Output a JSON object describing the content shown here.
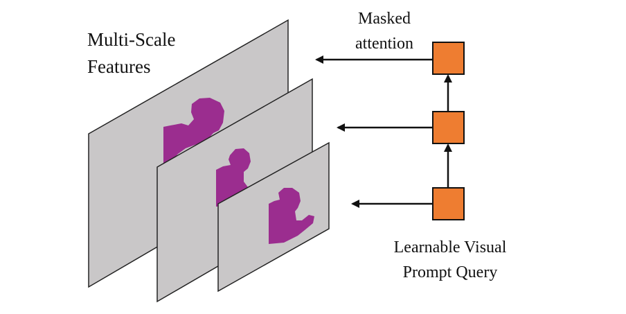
{
  "features_label": {
    "line1": "Multi-Scale",
    "line2": "Features"
  },
  "attention_label": {
    "line1": "Masked",
    "line2": "attention"
  },
  "query_label": {
    "line1": "Learnable Visual",
    "line2": "Prompt Query"
  },
  "feature_maps": [
    {
      "scale": "large"
    },
    {
      "scale": "medium"
    },
    {
      "scale": "small"
    }
  ],
  "query_tokens": [
    {
      "level": "top"
    },
    {
      "level": "middle"
    },
    {
      "level": "bottom"
    }
  ],
  "colors": {
    "plane_fill": "#c9c7c8",
    "plane_stroke": "#222222",
    "mask_fill": "#9b2d8f",
    "query_fill": "#ee7d31",
    "arrow": "#111111"
  }
}
